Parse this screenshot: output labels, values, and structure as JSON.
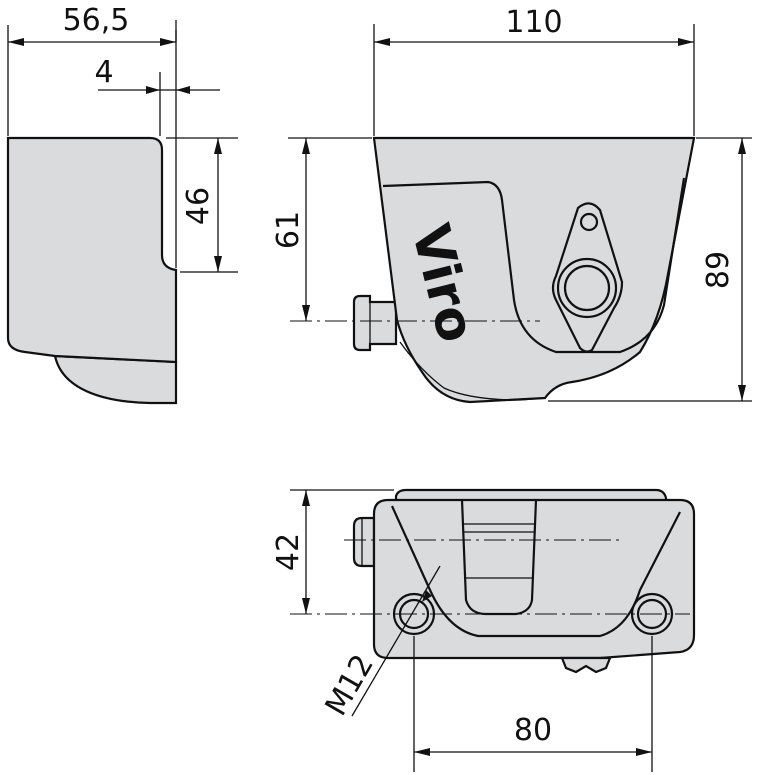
{
  "drawing": {
    "brand": "Viro",
    "dimensions": {
      "side_width": "56,5",
      "side_gap": "4",
      "side_height": "46",
      "front_width": "110",
      "front_axis_height": "61",
      "front_height": "89",
      "top_depth": "42",
      "hole_thread": "M12",
      "hole_spacing": "80"
    }
  }
}
